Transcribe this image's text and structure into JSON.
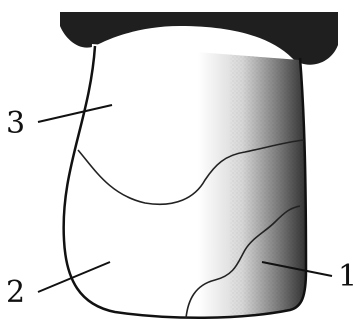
{
  "diagram": {
    "labels": [
      {
        "id": "region-1",
        "text": "1"
      },
      {
        "id": "region-2",
        "text": "2"
      },
      {
        "id": "region-3",
        "text": "3"
      }
    ],
    "colors": {
      "cap": "#1f1f1f",
      "outline": "#111111",
      "shading_dark": "#1a1a1a",
      "shading_light": "#ffffff"
    }
  }
}
